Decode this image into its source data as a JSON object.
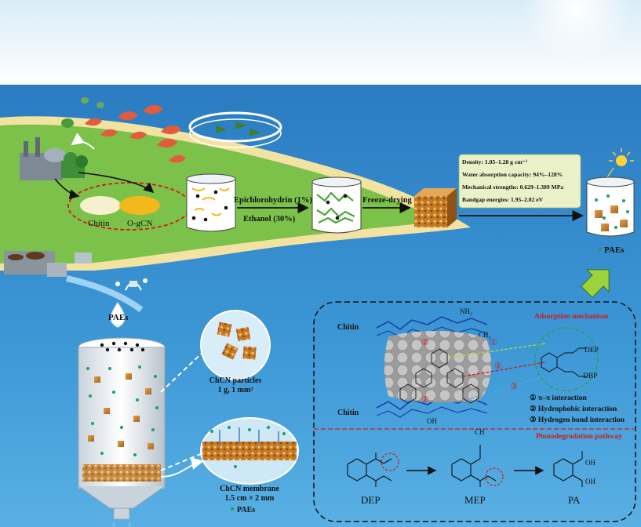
{
  "materials": {
    "chitin": "Chitin",
    "ogcn": "O-gCN"
  },
  "process": {
    "reagent1": "Epichlorohydrin (1%)",
    "reagent2": "Ethanol (30%)",
    "step2": "Freeze-drying"
  },
  "properties": {
    "density": "Density: 1.05–1.28 g cm⁻³",
    "water": "Water absorption capacity: 94%–128%",
    "mech": "Mechanical strengths: 0.629–1.389 MPa",
    "bandgap": "Bandgap energies: 1.95–2.02 eV"
  },
  "paes_label": "PAEs",
  "droplet_label": "PAEs",
  "particles": {
    "title": "ChCN particles",
    "spec": "1 g, 1 mm³"
  },
  "membrane": {
    "title": "ChCN membrane",
    "spec": "1.5 cm × 2 mm"
  },
  "membrane_paes": "PAEs",
  "mechanism": {
    "title": "Adsorption mechanism",
    "chitin_top": "Chitin",
    "chitin_bottom": "Chitin",
    "nh2": "NH₂",
    "oh1": "OH",
    "ch3": "CH₃",
    "oh2": "OH",
    "dep": "DEP",
    "dbp": "DBP",
    "legend": [
      "① π–π interaction",
      "② Hydrophobic interaction",
      "③ Hydrogen bond interaction"
    ],
    "ring1": "①",
    "ring2": "②",
    "ring3": "③"
  },
  "pathway": {
    "title": "Photodegradation pathway",
    "ch": "CH",
    "dep": "DEP",
    "mep": "MEP",
    "pa": "PA",
    "oh": "OH"
  },
  "colors": {
    "sea_top": "#2e7fc4",
    "sea_bottom": "#4aa3dc",
    "land": "#7cc24a",
    "sand": "#f3e3a3",
    "accent_red": "#d11a1a"
  }
}
